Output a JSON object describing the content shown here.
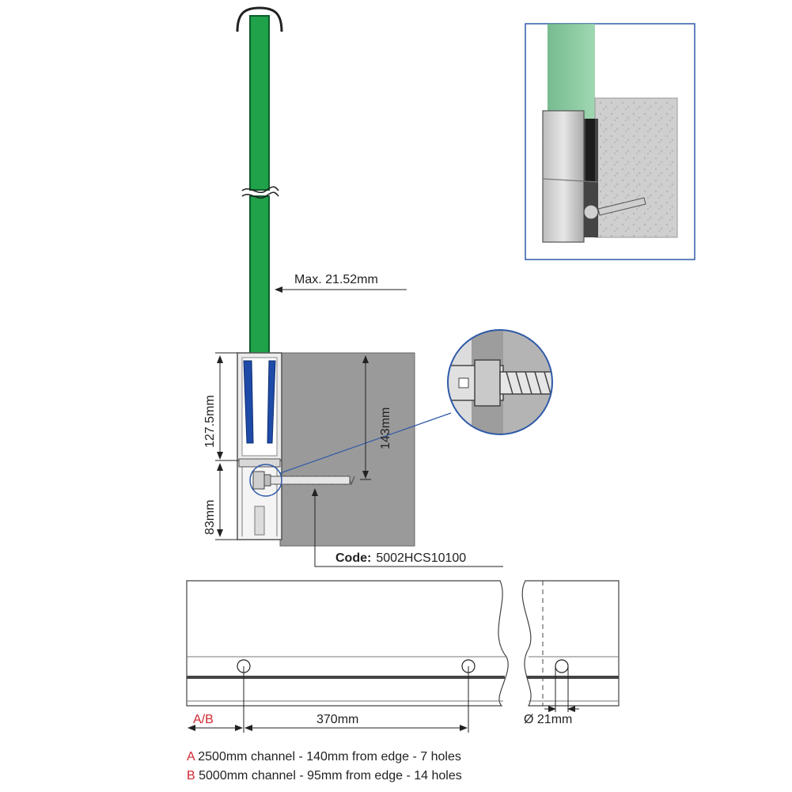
{
  "colors": {
    "glass": "#1fa24a",
    "glass_edge": "#0d5e2a",
    "rubber": "#1e4aa8",
    "concrete": "#9a9a9a",
    "steel": "#e4e4e4",
    "accent_red": "#d22630",
    "detail_frame": "#2f5aa8"
  },
  "annotations": {
    "max_glass": "Max. 21.52mm",
    "dim_upper": "127.5mm",
    "dim_lower": "83mm",
    "dim_embed": "143mm",
    "code_label": "Code:",
    "code_value": "5002HCS10100"
  },
  "channel": {
    "edge_label": "A/B",
    "spacing": "370mm",
    "hole_diameter": "Ø 21mm"
  },
  "legend": [
    {
      "key": "A",
      "text": "2500mm channel - 140mm from edge - 7 holes"
    },
    {
      "key": "B",
      "text": "5000mm channel - 95mm from edge - 14 holes"
    }
  ]
}
